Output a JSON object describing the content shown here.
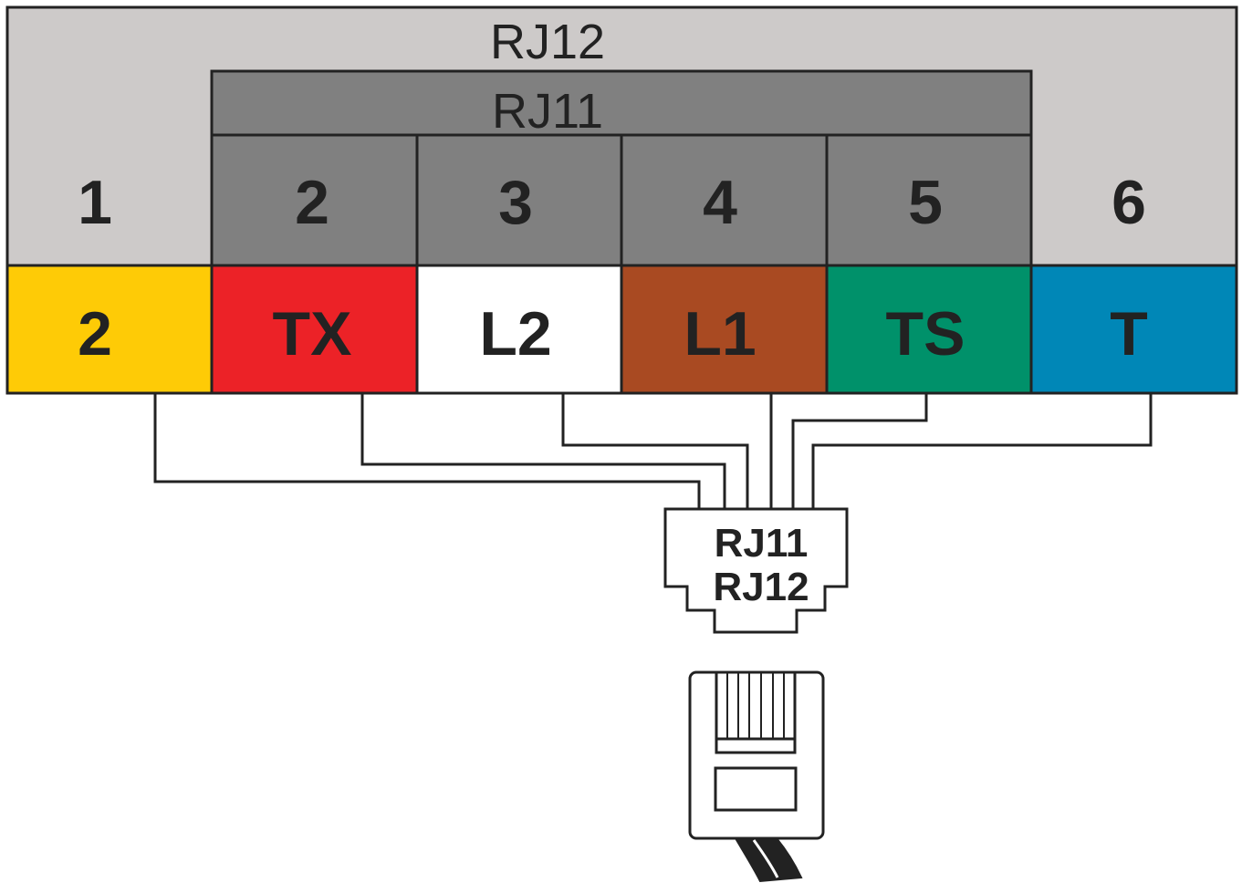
{
  "header": {
    "rj12_label": "RJ12",
    "rj11_label": "RJ11"
  },
  "pins": [
    {
      "number": "1",
      "signal": "2",
      "color": "#fecb06"
    },
    {
      "number": "2",
      "signal": "TX",
      "color": "#ec2227"
    },
    {
      "number": "3",
      "signal": "L2",
      "color": "#ffffff"
    },
    {
      "number": "4",
      "signal": "L1",
      "color": "#a94a22"
    },
    {
      "number": "5",
      "signal": "TS",
      "color": "#00916a"
    },
    {
      "number": "6",
      "signal": "T",
      "color": "#0087b7"
    }
  ],
  "colors": {
    "rj12_background": "#cdcac9",
    "rj11_background": "#808080",
    "outline": "#222222"
  },
  "jack": {
    "line1": "RJ11",
    "line2": "RJ12"
  }
}
